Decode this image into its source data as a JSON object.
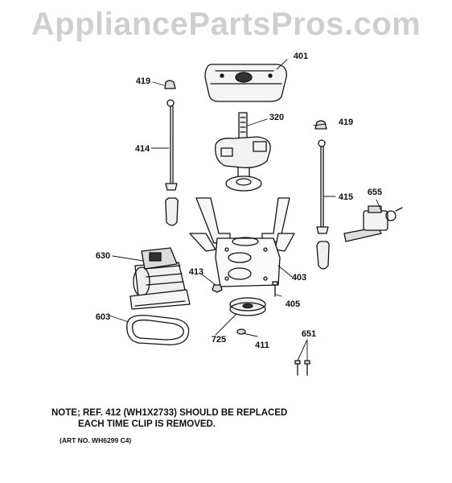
{
  "watermark": "AppliancePartsPros.com",
  "callouts": {
    "c401": "401",
    "c419a": "419",
    "c419b": "419",
    "c320": "320",
    "c414": "414",
    "c415": "415",
    "c655": "655",
    "c630": "630",
    "c413": "413",
    "c403": "403",
    "c405": "405",
    "c603": "603",
    "c725": "725",
    "c411": "411",
    "c651": "651"
  },
  "note": {
    "line1": "NOTE; REF. 412 (WH1X2733) SHOULD BE REPLACED",
    "line2": "EACH TIME CLIP IS REMOVED.",
    "art_no": "(ART NO. WH6299 C4)"
  }
}
